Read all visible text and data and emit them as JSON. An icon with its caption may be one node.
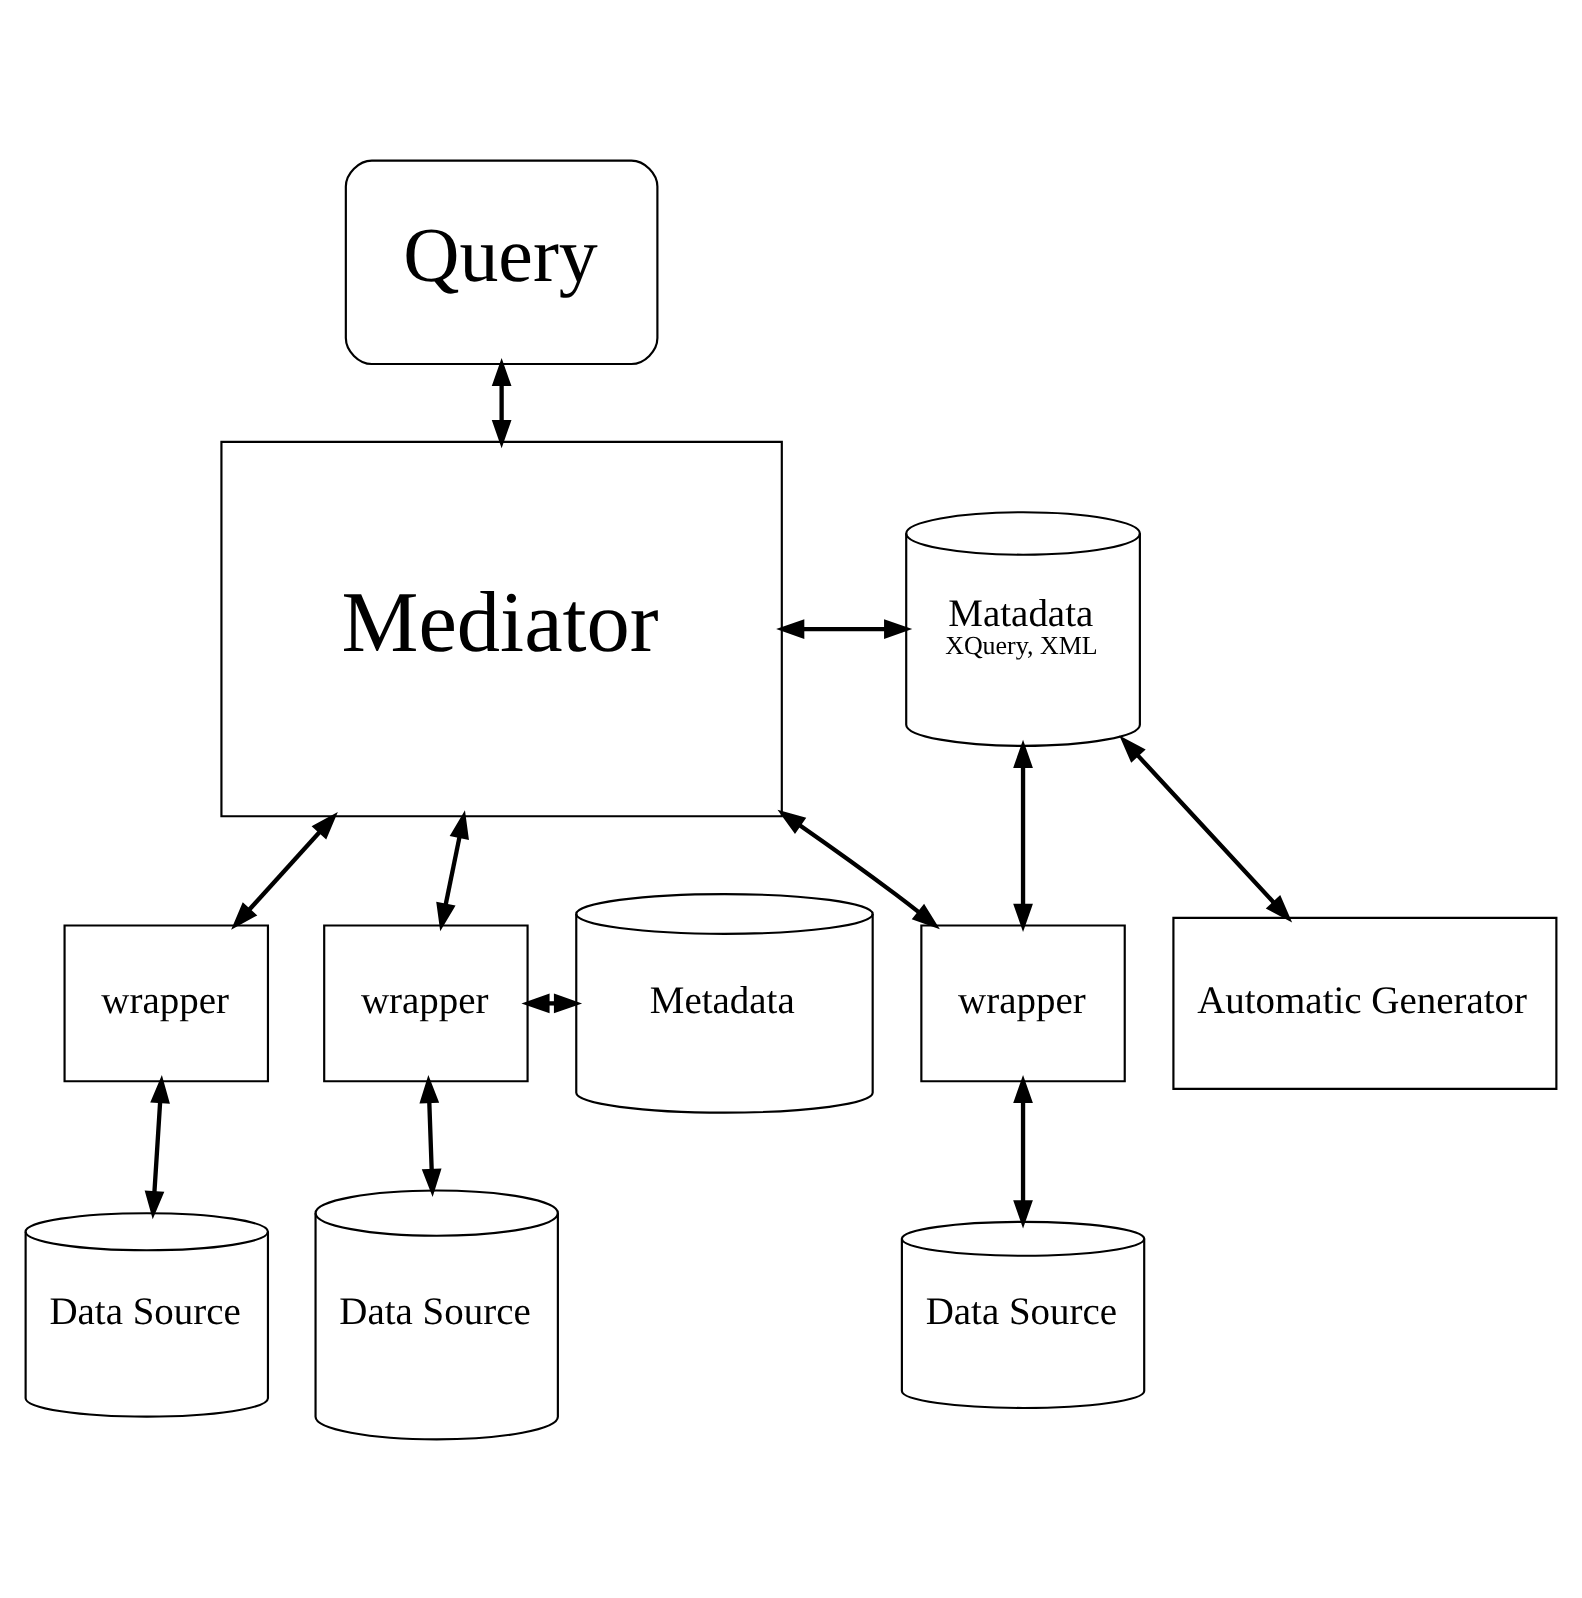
{
  "diagram": {
    "nodes": [
      {
        "text": [
          "Query"
        ]
      },
      {
        "text": [
          "Mediator"
        ]
      },
      {
        "text": [
          "Matadata",
          "XQuery, XML"
        ]
      },
      {
        "text": [
          "Metadata"
        ]
      },
      {
        "text": [
          "wrapper"
        ]
      },
      {
        "text": [
          "wrapper"
        ]
      },
      {
        "text": [
          "wrapper"
        ]
      },
      {
        "text": [
          "Automatic Generator"
        ]
      },
      {
        "text": [
          "Data Source"
        ]
      },
      {
        "text": [
          "Data Source"
        ]
      },
      {
        "text": [
          "Data Source"
        ]
      }
    ],
    "edges": [
      {
        "from": 0,
        "to": 1,
        "arrow": "both"
      },
      {
        "from": 1,
        "to": 2,
        "arrow": "both"
      },
      {
        "from": 1,
        "to": 4,
        "arrow": "both"
      },
      {
        "from": 1,
        "to": 5,
        "arrow": "both"
      },
      {
        "from": 1,
        "to": 6,
        "arrow": "both"
      },
      {
        "from": 6,
        "to": 2,
        "arrow": "both"
      },
      {
        "from": 2,
        "to": 7,
        "arrow": "both"
      },
      {
        "from": 3,
        "to": 4,
        "arrow": "both"
      },
      {
        "from": 4,
        "to": 8,
        "arrow": "both"
      },
      {
        "from": 5,
        "to": 9,
        "arrow": "both"
      },
      {
        "from": 6,
        "to": 10,
        "arrow": "both"
      }
    ]
  }
}
